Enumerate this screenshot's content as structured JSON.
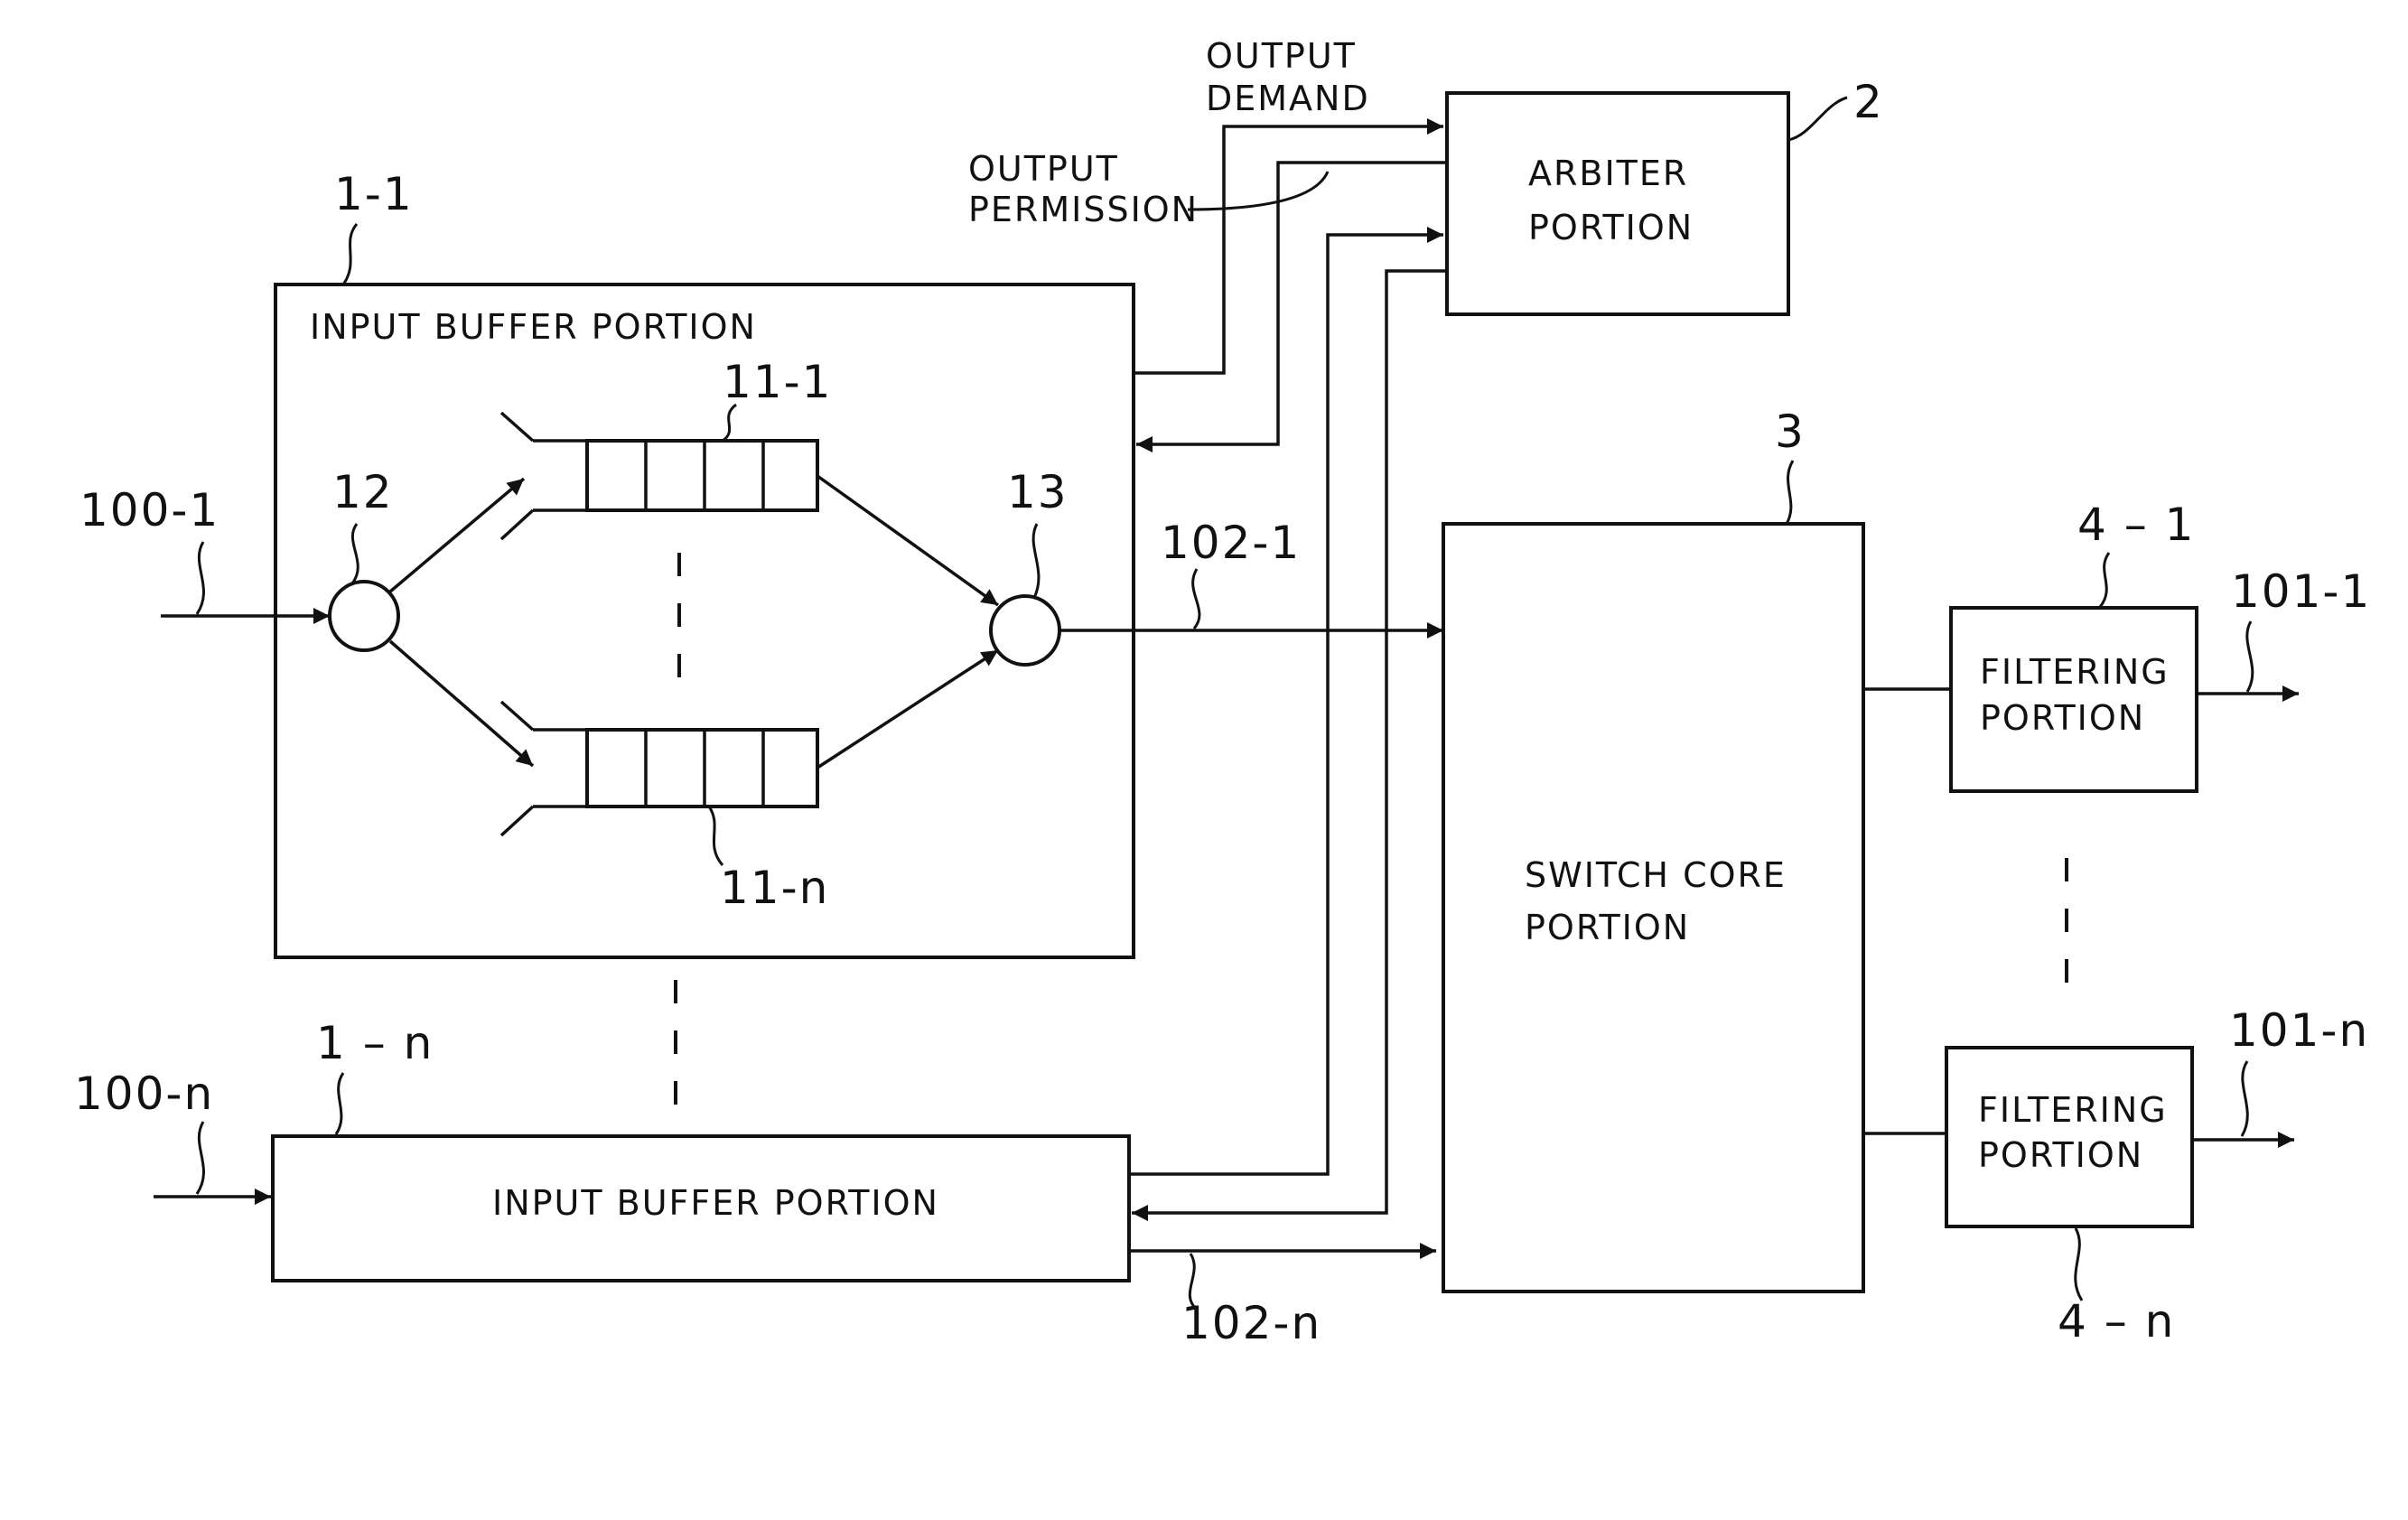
{
  "diagram": {
    "blocks": {
      "input_buffer_1": {
        "label": "INPUT BUFFER PORTION",
        "ref": "1-1"
      },
      "input_buffer_n": {
        "label": "INPUT BUFFER PORTION",
        "ref": "1 – n"
      },
      "arbiter": {
        "line1": "ARBITER",
        "line2": "PORTION",
        "ref": "2"
      },
      "switch_core": {
        "line1": "SWITCH CORE",
        "line2": "PORTION",
        "ref": "3"
      },
      "filter_1": {
        "line1": "FILTERING",
        "line2": "PORTION",
        "ref": "4 – 1"
      },
      "filter_n": {
        "line1": "FILTERING",
        "line2": "PORTION",
        "ref": "4 – n"
      }
    },
    "queues": {
      "top_ref": "11-1",
      "bottom_ref": "11-n"
    },
    "nodes": {
      "distributor_ref": "12",
      "selector_ref": "13"
    },
    "signals": {
      "output_demand": {
        "line1": "OUTPUT",
        "line2": "DEMAND"
      },
      "output_permission": {
        "line1": "OUTPUT",
        "line2": "PERMISSION"
      }
    },
    "lines": {
      "in_1": "100-1",
      "in_n": "100-n",
      "mid_1": "102-1",
      "mid_n": "102-n",
      "out_1": "101-1",
      "out_n": "101-n"
    }
  }
}
